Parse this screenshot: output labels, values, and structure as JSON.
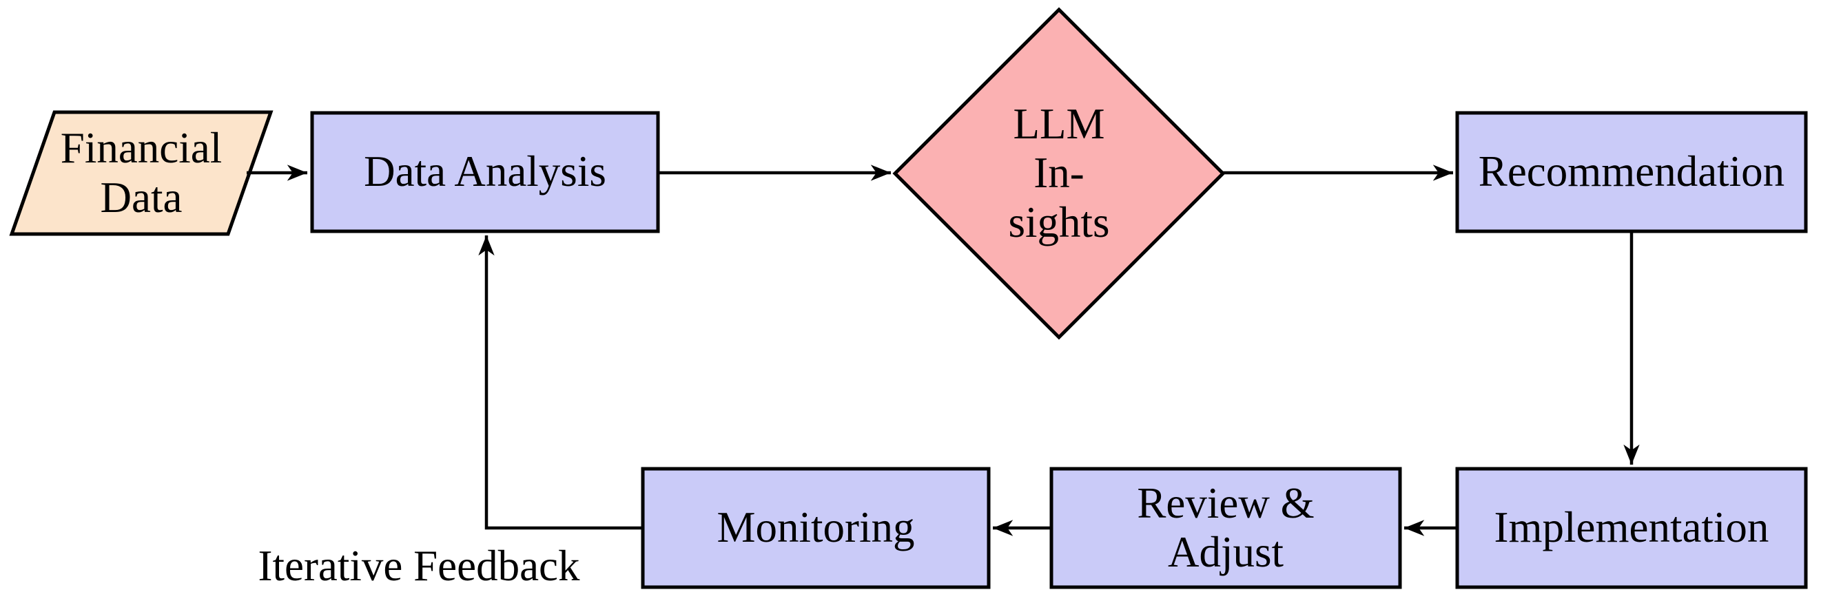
{
  "diagram": {
    "type": "flowchart",
    "background": "#FFFFFF",
    "stroke_color": "#000000",
    "text_color": "#000000",
    "nodes": {
      "financial_data": {
        "label": "Financial\nData",
        "shape": "parallelogram",
        "fill": "#FCE4CB"
      },
      "data_analysis": {
        "label": "Data Analysis",
        "shape": "rectangle",
        "fill": "#CACBF8"
      },
      "llm_insights": {
        "label": "LLM\nIn-\nsights",
        "shape": "diamond",
        "fill": "#FBB1B2"
      },
      "recommendation": {
        "label": "Recommendation",
        "shape": "rectangle",
        "fill": "#CACBF8"
      },
      "implementation": {
        "label": "Implementation",
        "shape": "rectangle",
        "fill": "#CACBF8"
      },
      "review_adjust": {
        "label": "Review &\nAdjust",
        "shape": "rectangle",
        "fill": "#CACBF8"
      },
      "monitoring": {
        "label": "Monitoring",
        "shape": "rectangle",
        "fill": "#CACBF8"
      }
    },
    "edges": [
      {
        "from": "financial_data",
        "to": "data_analysis",
        "label": ""
      },
      {
        "from": "data_analysis",
        "to": "llm_insights",
        "label": ""
      },
      {
        "from": "llm_insights",
        "to": "recommendation",
        "label": ""
      },
      {
        "from": "recommendation",
        "to": "implementation",
        "label": ""
      },
      {
        "from": "implementation",
        "to": "review_adjust",
        "label": ""
      },
      {
        "from": "review_adjust",
        "to": "monitoring",
        "label": ""
      },
      {
        "from": "monitoring",
        "to": "data_analysis",
        "label": "Iterative Feedback"
      }
    ],
    "edge_label": "Iterative Feedback"
  }
}
